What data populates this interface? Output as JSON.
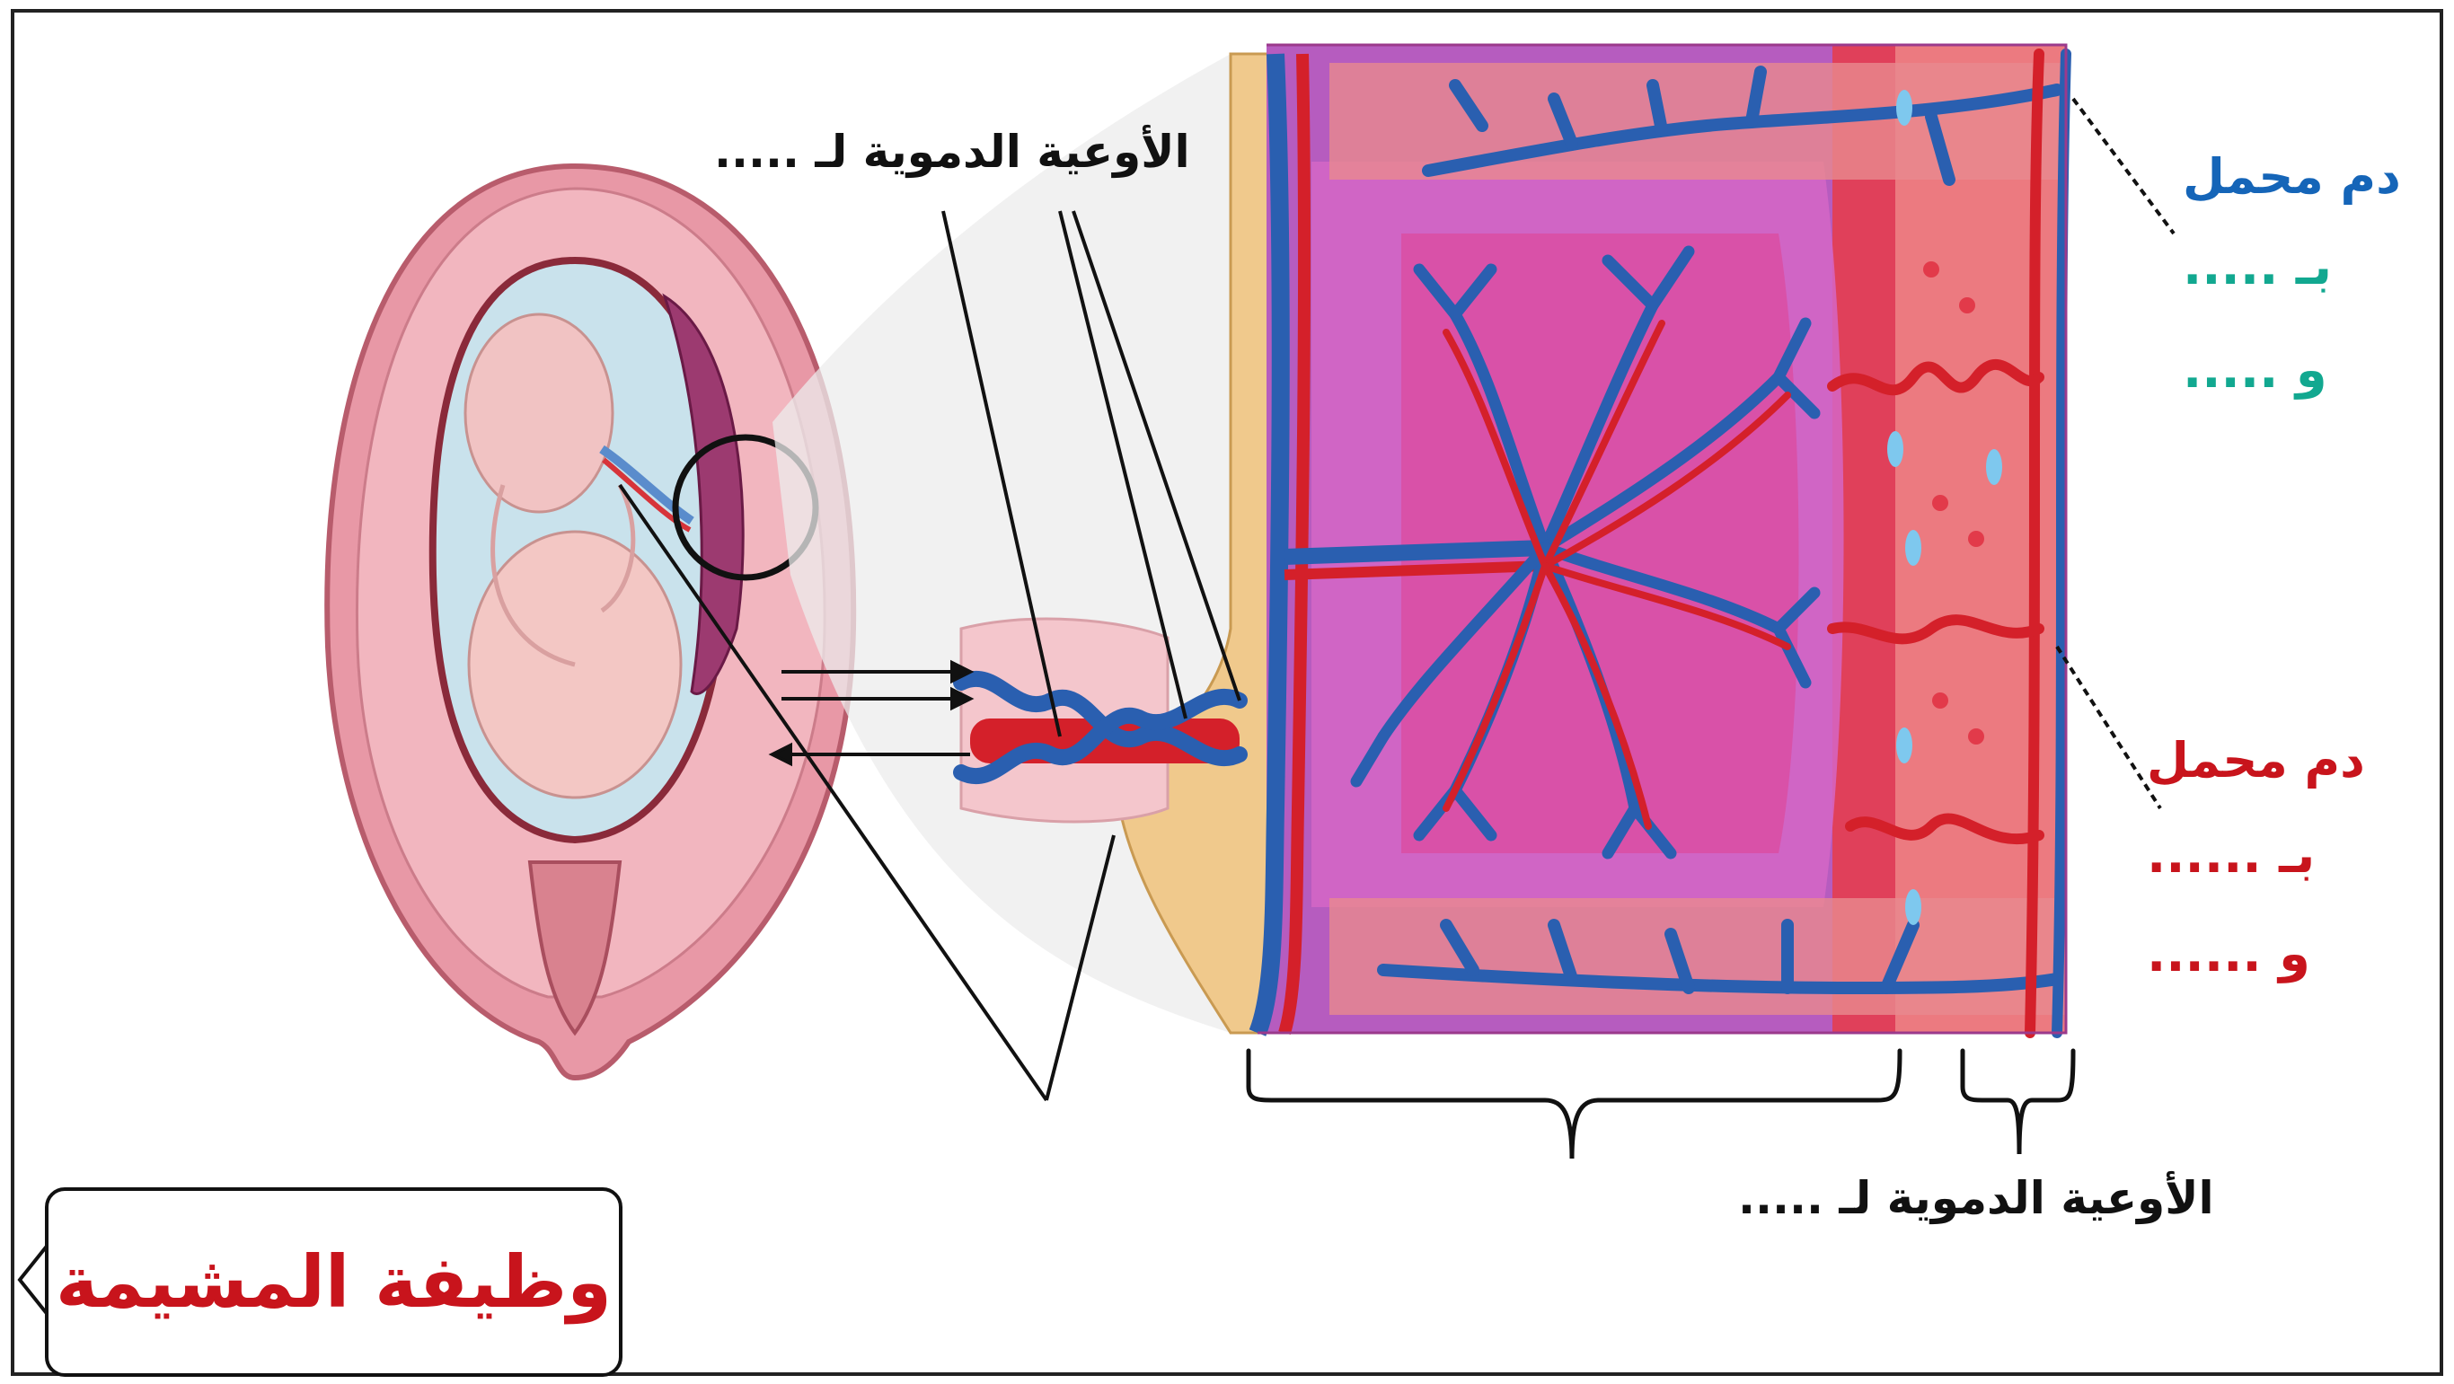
{
  "labels": {
    "vessels_top": "الأوعية الدموية لـ .....",
    "vessels_bottom": "الأوعية الدموية لـ .....",
    "blood_blue_title": "دم محمل",
    "blood_blue_line1": "بـ .....",
    "blood_blue_line2": "و .....",
    "blood_red_title": "دم محمل",
    "blood_red_line1": "بـ ......",
    "blood_red_line2": "و ......",
    "title": "وظيفة المشيمة"
  },
  "colors": {
    "blue_label": "#1565b8",
    "teal_blank": "#12a890",
    "red_label": "#c8141c",
    "vein_blue": "#2a5fb0",
    "artery_red": "#d4202a",
    "uterus_pink": "#e89aa6",
    "tissue_purple": "#a04ab4"
  }
}
